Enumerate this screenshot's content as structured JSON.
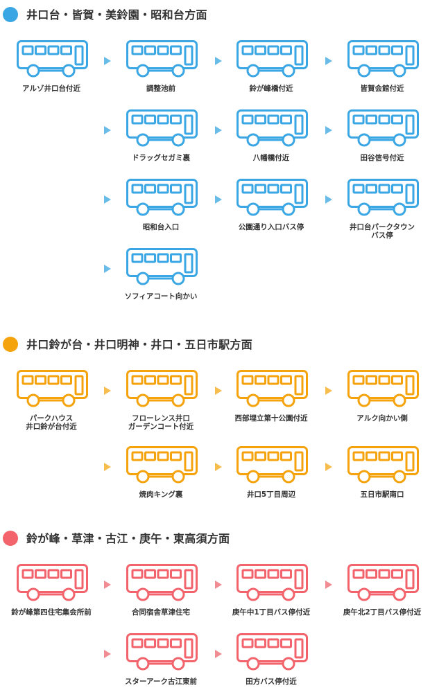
{
  "sections": [
    {
      "title": "井口台・皆賀・美鈴園・昭和台方面",
      "color": "#3aa7e4",
      "arrow_color": "#69bce8",
      "stops": [
        "アルゾ井口台付近",
        "調整池前",
        "鈴が峰橋付近",
        "皆賀会館付近",
        "ドラッグセガミ裏",
        "八幡橋付近",
        "田谷信号付近",
        "昭和台入口",
        "公園通り入口バス停",
        "井口台パークタウン\nバス停",
        "ソフィアコート向かい"
      ]
    },
    {
      "title": "井口鈴が台・井口明神・井口・五日市駅方面",
      "color": "#f5a30d",
      "arrow_color": "#f7bd4d",
      "stops": [
        "パークハウス\n井口鈴が台付近",
        "フローレンス井口\nガーデンコート付近",
        "西部埋立第十公園付近",
        "アルク向かい側",
        "焼肉キング裏",
        "井口5丁目周辺",
        "五日市駅南口"
      ]
    },
    {
      "title": "鈴が峰・草津・古江・庚午・東高須方面",
      "color": "#f2636b",
      "arrow_color": "#f08c92",
      "stops": [
        "鈴が峰第四住宅集会所前",
        "合同宿舎草津住宅",
        "庚午中1丁目バス停付近",
        "庚午北2丁目バス停付近",
        "スターアーク古江東前",
        "田方バス停付近"
      ]
    }
  ]
}
